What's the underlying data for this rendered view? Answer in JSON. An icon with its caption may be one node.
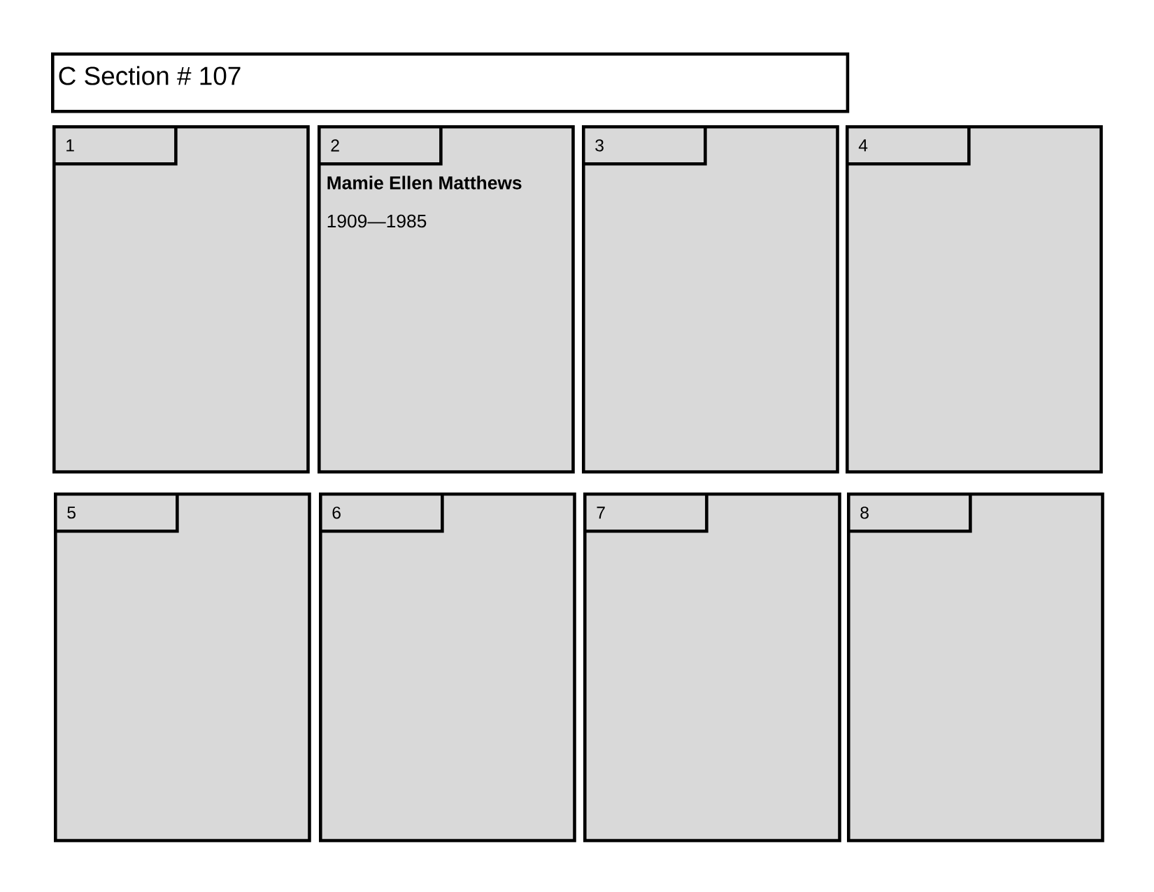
{
  "diagram": {
    "title": "C Section # 107",
    "nodes": [
      {
        "text": [],
        "shape": "box"
      },
      {
        "text": [
          "1"
        ],
        "in": 0
      },
      {
        "text": [
          "Mamie Ellen Matthews",
          "1909—1985"
        ]
      },
      {
        "text": [
          "2"
        ],
        "in": 2
      },
      {
        "text": [],
        "shape": "box"
      },
      {
        "text": [
          "3"
        ],
        "in": 4
      },
      {
        "text": [],
        "shape": "box"
      },
      {
        "text": [
          "4"
        ],
        "in": 6
      },
      {
        "text": [],
        "shape": "box"
      },
      {
        "text": [
          "5"
        ],
        "in": 8
      },
      {
        "text": [],
        "shape": "box"
      },
      {
        "text": [
          "6"
        ],
        "in": 10
      },
      {
        "text": [],
        "shape": "box"
      },
      {
        "text": [
          "7"
        ],
        "in": 12
      },
      {
        "text": [],
        "shape": "box"
      },
      {
        "text": [
          "8"
        ],
        "in": 14
      }
    ]
  }
}
